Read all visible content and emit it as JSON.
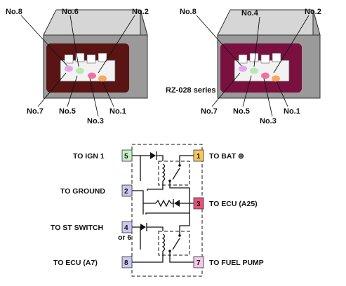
{
  "left_relay": {
    "pins": {
      "no8": "No.8",
      "no6": "No.6",
      "no2": "No.2",
      "no7": "No.7",
      "no5": "No.5",
      "no3": "No.3",
      "no1": "No.1"
    },
    "body_color": "#5a1414"
  },
  "right_relay": {
    "pins": {
      "no8": "No.8",
      "no4": "No.4",
      "no2": "No.2",
      "no7": "No.7",
      "no5": "No.5",
      "no3": "No.3",
      "no1": "No.1"
    },
    "series_label": "RZ-028 series",
    "body_color": "#7a1040"
  },
  "schematic": {
    "terminals": {
      "t5": {
        "num": "5",
        "label": "TO IGN 1",
        "color": "#c8eec8"
      },
      "t1": {
        "num": "1",
        "label": "TO BAT ⊕",
        "color": "#f8c860"
      },
      "t2": {
        "num": "2",
        "label": "TO GROUND",
        "color": "#c8c8f0"
      },
      "t3": {
        "num": "3",
        "label": "TO ECU (A25)",
        "color": "#e8507a"
      },
      "t4": {
        "num": "4",
        "label": "TO ST SWITCH",
        "color": "#c8c8f0",
        "alt": "or 6"
      },
      "t8": {
        "num": "8",
        "label": "TO ECU (A7)",
        "color": "#c8c8f0"
      },
      "t7": {
        "num": "7",
        "label": "TO FUEL PUMP",
        "color": "#f0c8e8"
      }
    }
  }
}
